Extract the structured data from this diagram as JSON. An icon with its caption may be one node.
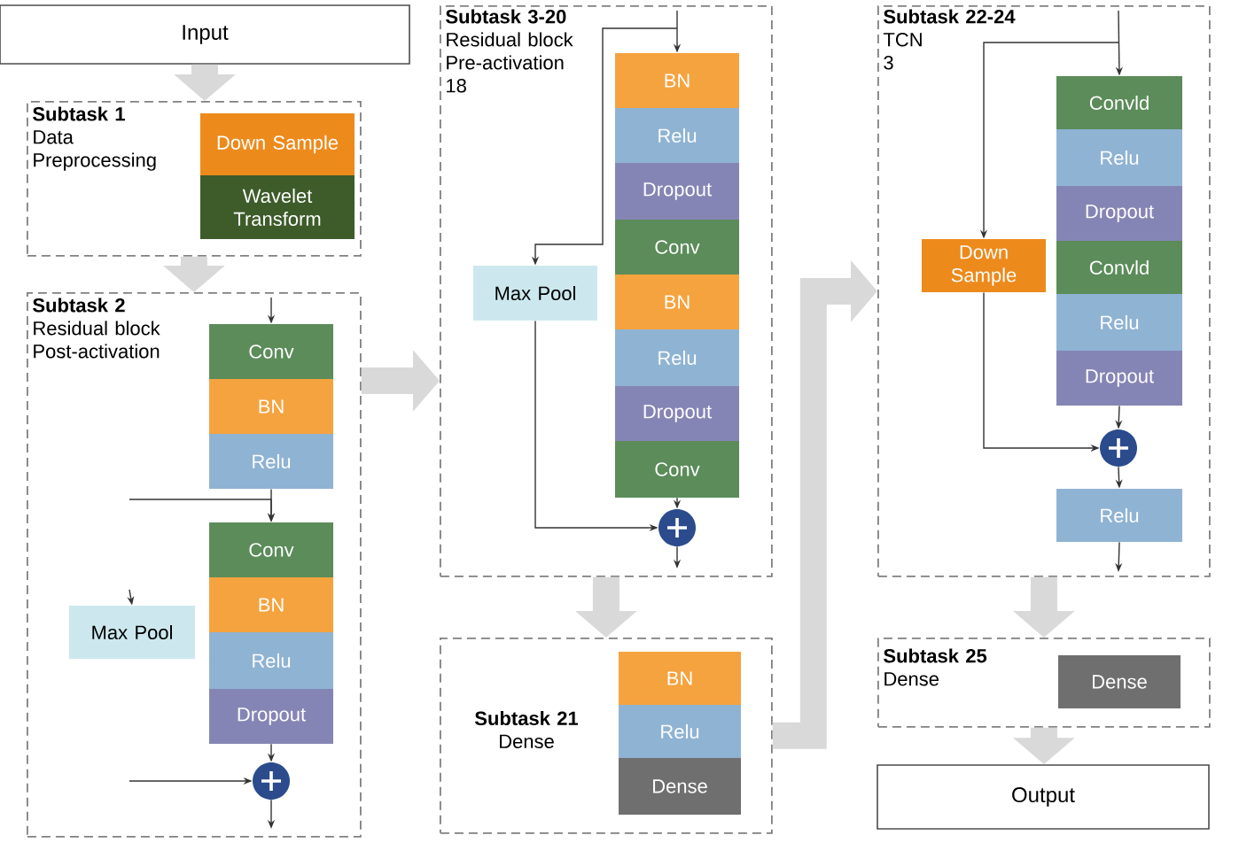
{
  "diagram": {
    "nodes": [
      {
        "text": [
          "Input"
        ]
      },
      {
        "text": [
          "Subtask 1",
          "Data Preprocessing"
        ]
      },
      {
        "text": [
          "Down Sample"
        ],
        "in": 1
      },
      {
        "text": [
          "Wavelet Transform"
        ],
        "in": 1
      },
      {
        "text": [
          "Subtask 2",
          "Residual block Post-activation"
        ]
      },
      {
        "text": [
          "Conv"
        ],
        "in": 4
      },
      {
        "text": [
          "BN"
        ],
        "in": 4
      },
      {
        "text": [
          "Relu"
        ],
        "in": 4
      },
      {
        "text": [
          "Conv"
        ],
        "in": 4
      },
      {
        "text": [
          "BN"
        ],
        "in": 4
      },
      {
        "text": [
          "Relu"
        ],
        "in": 4
      },
      {
        "text": [
          "Dropout"
        ],
        "in": 4
      },
      {
        "text": [
          "Max Pool"
        ],
        "in": 4
      },
      {
        "text": [],
        "shape": "circle",
        "in": 4
      },
      {
        "text": [
          "Subtask 3-20",
          "Residual block Pre-activation",
          "18"
        ]
      },
      {
        "text": [
          "BN"
        ],
        "in": 14
      },
      {
        "text": [
          "Relu"
        ],
        "in": 14
      },
      {
        "text": [
          "Dropout"
        ],
        "in": 14
      },
      {
        "text": [
          "Conv"
        ],
        "in": 14
      },
      {
        "text": [
          "BN"
        ],
        "in": 14
      },
      {
        "text": [
          "Relu"
        ],
        "in": 14
      },
      {
        "text": [
          "Dropout"
        ],
        "in": 14
      },
      {
        "text": [
          "Conv"
        ],
        "in": 14
      },
      {
        "text": [
          "Max Pool"
        ],
        "in": 14
      },
      {
        "text": [],
        "shape": "circle",
        "in": 14
      },
      {
        "text": [
          "Subtask 21",
          "Dense"
        ]
      },
      {
        "text": [
          "BN"
        ],
        "in": 25
      },
      {
        "text": [
          "Relu"
        ],
        "in": 25
      },
      {
        "text": [
          "Dense"
        ],
        "in": 25
      },
      {
        "text": [
          "Subtask 22-24",
          "TCN",
          "3"
        ]
      },
      {
        "text": [
          "Convld"
        ],
        "in": 29
      },
      {
        "text": [
          "Relu"
        ],
        "in": 29
      },
      {
        "text": [
          "Dropout"
        ],
        "in": 29
      },
      {
        "text": [
          "Convld"
        ],
        "in": 29
      },
      {
        "text": [
          "Relu"
        ],
        "in": 29
      },
      {
        "text": [
          "Dropout"
        ],
        "in": 29
      },
      {
        "text": [
          "Down Sample"
        ],
        "in": 29
      },
      {
        "text": [],
        "shape": "circle",
        "in": 29
      },
      {
        "text": [
          "Relu"
        ],
        "in": 29
      },
      {
        "text": [
          "Subtask 25",
          "Dense"
        ]
      },
      {
        "text": [
          "Dense"
        ],
        "in": 39
      },
      {
        "text": [
          "Output"
        ]
      }
    ],
    "edges": [
      {
        "from": 0,
        "to": 1,
        "arrow": "to",
        "style": "thick",
        "color": "#d9d9d9"
      },
      {
        "from": 1,
        "to": 4,
        "arrow": "to",
        "style": "thick",
        "color": "#d9d9d9"
      },
      {
        "from": 4,
        "to": 14,
        "arrow": "to",
        "style": "thick",
        "color": "#d9d9d9"
      },
      {
        "from": 14,
        "to": 25,
        "arrow": "to",
        "style": "thick",
        "color": "#d9d9d9"
      },
      {
        "from": 25,
        "to": 29,
        "arrow": "to",
        "style": "thick",
        "color": "#d9d9d9"
      },
      {
        "from": 29,
        "to": 39,
        "arrow": "to",
        "style": "thick",
        "color": "#d9d9d9"
      },
      {
        "from": 39,
        "to": 41,
        "arrow": "to",
        "style": "thick",
        "color": "#d9d9d9"
      },
      {
        "from": null,
        "to": 5,
        "arrow": "to"
      },
      {
        "from": 7,
        "to": 8,
        "arrow": "to"
      },
      {
        "from": null,
        "to": 8,
        "arrow": "to"
      },
      {
        "from": null,
        "to": 12,
        "arrow": "to"
      },
      {
        "from": 11,
        "to": 13,
        "arrow": "to"
      },
      {
        "from": null,
        "to": 13,
        "arrow": "to"
      },
      {
        "from": 13,
        "to": null,
        "arrow": "to"
      },
      {
        "from": null,
        "to": 15,
        "arrow": "to"
      },
      {
        "from": null,
        "to": 23,
        "arrow": "to"
      },
      {
        "from": 23,
        "to": 24,
        "arrow": "to"
      },
      {
        "from": 22,
        "to": 24,
        "arrow": "to"
      },
      {
        "from": 24,
        "to": null,
        "arrow": "to"
      },
      {
        "from": null,
        "to": 30,
        "arrow": "to"
      },
      {
        "from": null,
        "to": 36,
        "arrow": "to"
      },
      {
        "from": 36,
        "to": 37,
        "arrow": "to"
      },
      {
        "from": 35,
        "to": 37,
        "arrow": "to"
      },
      {
        "from": 37,
        "to": 38,
        "arrow": "to"
      },
      {
        "from": 38,
        "to": null,
        "arrow": "to"
      }
    ]
  }
}
